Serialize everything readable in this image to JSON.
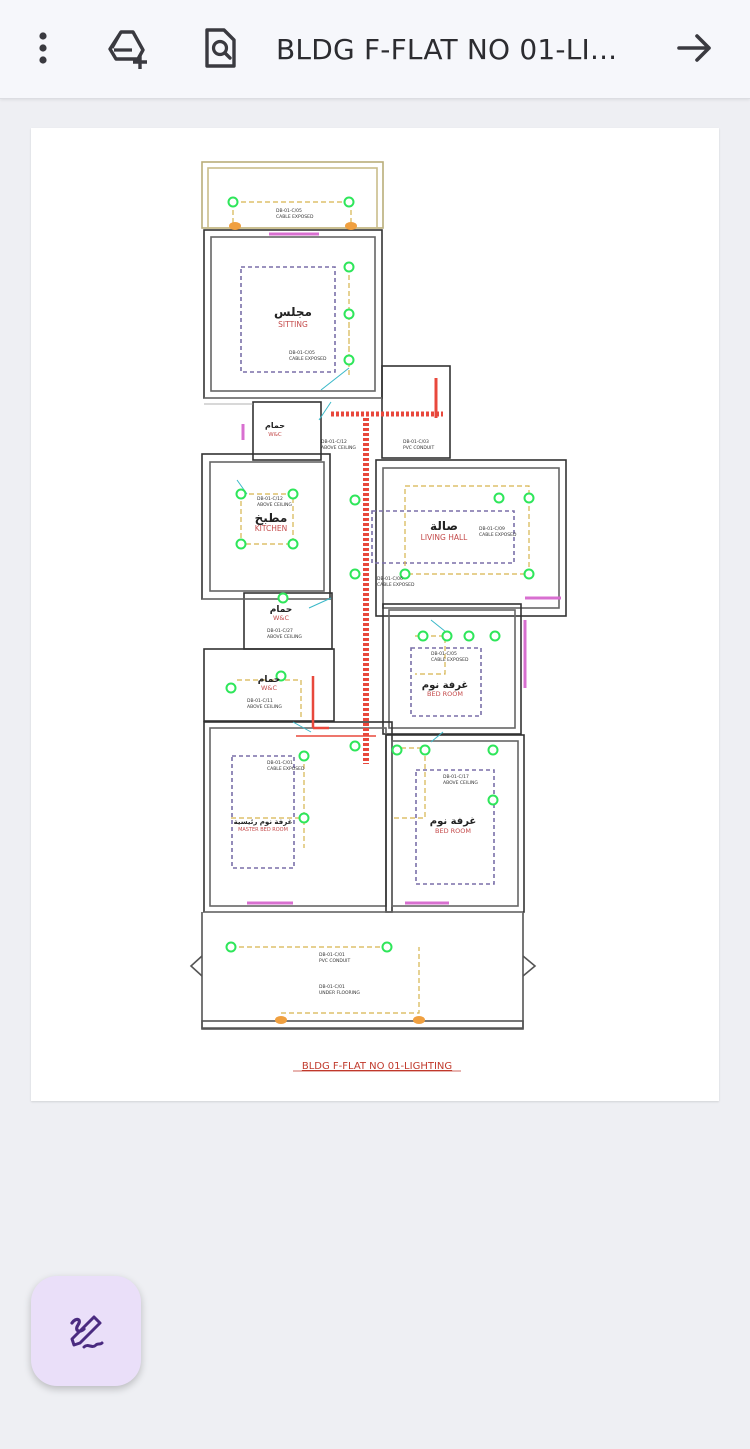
{
  "toolbar": {
    "title": "BLDG F-FLAT NO 01-LI...",
    "icons": [
      "more-vert-icon",
      "drive-add-icon",
      "find-in-page-icon",
      "arrow-forward-icon"
    ]
  },
  "drawing": {
    "caption": "BLDG F-FLAT NO 01-LIGHTING",
    "rooms": {
      "sitting_ar": "مجلس",
      "sitting_en": "SITTING",
      "kitchen_ar": "مطبخ",
      "kitchen_en": "KITCHEN",
      "living_ar": "صالة",
      "living_en": "LIVING HALL",
      "wc_ar": "حمام",
      "wc_en": "W&C",
      "bed_ar": "غرفة نوم",
      "bed_en": "BED ROOM",
      "master_ar": "غرفة نوم رئيسية",
      "master_en": "MASTER BED ROOM"
    }
  },
  "colors": {
    "accent": "#4a2a80",
    "fab_bg": "#eadff9",
    "lamp": "#2ee65a",
    "conduit": "#e8483c",
    "wall": "#333333"
  }
}
